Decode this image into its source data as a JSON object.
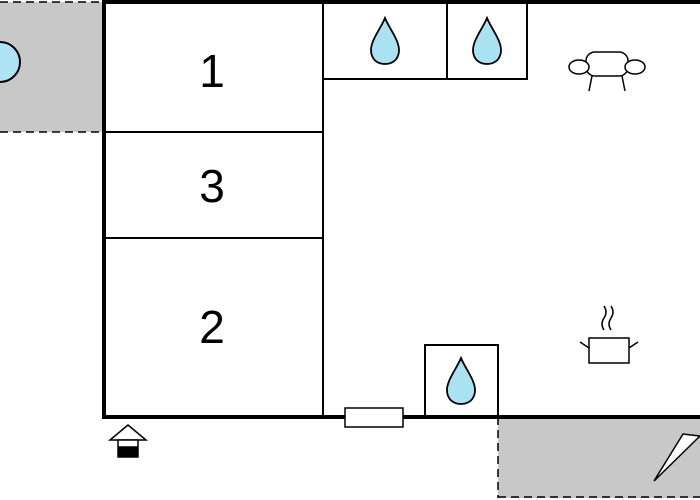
{
  "rooms": [
    {
      "label": "1"
    },
    {
      "label": "3"
    },
    {
      "label": "2"
    }
  ],
  "icons": {
    "water": "water-drop-icon",
    "sofa": "sofa-icon",
    "cooking": "cooking-pot-icon",
    "entrance": "entrance-house-icon",
    "direction": "compass-arrow-icon",
    "heater": "radiator-icon",
    "pool": "pool-icon"
  },
  "colors": {
    "wall": "#000000",
    "outdoor": "#c8c8c8",
    "water": "#a9e2f0",
    "pool": "#aee3f3",
    "background": "#ffffff"
  }
}
